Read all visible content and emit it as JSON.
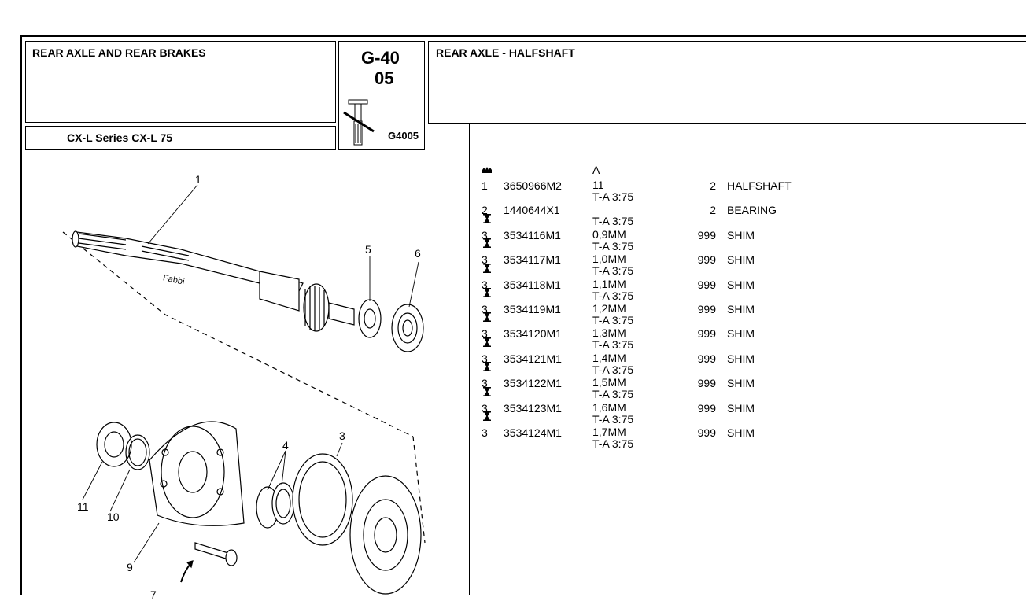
{
  "header": {
    "group_title": "REAR AXLE AND REAR BRAKES",
    "series": "CX-L Series CX-L 75",
    "page_code_line1": "G-40",
    "page_code_line2": "05",
    "figure_code": "G4005",
    "section_title": "REAR AXLE - HALFSHAFT"
  },
  "parts": {
    "column_header": "A",
    "rows": [
      {
        "item": "1",
        "part_no": "3650966M2",
        "icon": "crown-marker-icon",
        "note1": "11",
        "note2": "T-A 3:75",
        "qty": "2",
        "desc": "HALFSHAFT"
      },
      {
        "item": "2",
        "part_no": "1440644X1",
        "icon": "",
        "note1": "",
        "note2": "T-A 3:75",
        "qty": "2",
        "desc": "BEARING"
      },
      {
        "item": "3",
        "part_no": "3534116M1",
        "icon": "hourglass-icon",
        "note1": "0,9MM",
        "note2": "T-A 3:75",
        "qty": "999",
        "desc": "SHIM"
      },
      {
        "item": "3",
        "part_no": "3534117M1",
        "icon": "hourglass-icon",
        "note1": "1,0MM",
        "note2": "T-A 3:75",
        "qty": "999",
        "desc": "SHIM"
      },
      {
        "item": "3",
        "part_no": "3534118M1",
        "icon": "hourglass-icon",
        "note1": "1,1MM",
        "note2": "T-A 3:75",
        "qty": "999",
        "desc": "SHIM"
      },
      {
        "item": "3",
        "part_no": "3534119M1",
        "icon": "hourglass-icon",
        "note1": "1,2MM",
        "note2": "T-A 3:75",
        "qty": "999",
        "desc": "SHIM"
      },
      {
        "item": "3",
        "part_no": "3534120M1",
        "icon": "hourglass-icon",
        "note1": "1,3MM",
        "note2": "T-A 3:75",
        "qty": "999",
        "desc": "SHIM"
      },
      {
        "item": "3",
        "part_no": "3534121M1",
        "icon": "hourglass-icon",
        "note1": "1,4MM",
        "note2": "T-A 3:75",
        "qty": "999",
        "desc": "SHIM"
      },
      {
        "item": "3",
        "part_no": "3534122M1",
        "icon": "hourglass-icon",
        "note1": "1,5MM",
        "note2": "T-A 3:75",
        "qty": "999",
        "desc": "SHIM"
      },
      {
        "item": "3",
        "part_no": "3534123M1",
        "icon": "hourglass-icon",
        "note1": "1,6MM",
        "note2": "T-A 3:75",
        "qty": "999",
        "desc": "SHIM"
      },
      {
        "item": "3",
        "part_no": "3534124M1",
        "icon": "hourglass-icon",
        "note1": "1,7MM",
        "note2": "T-A 3:75",
        "qty": "999",
        "desc": "SHIM"
      }
    ]
  },
  "diagram": {
    "callouts": [
      "1",
      "5",
      "6",
      "4",
      "3",
      "11",
      "10",
      "9",
      "7"
    ],
    "stamp_text": "Fabbi"
  }
}
